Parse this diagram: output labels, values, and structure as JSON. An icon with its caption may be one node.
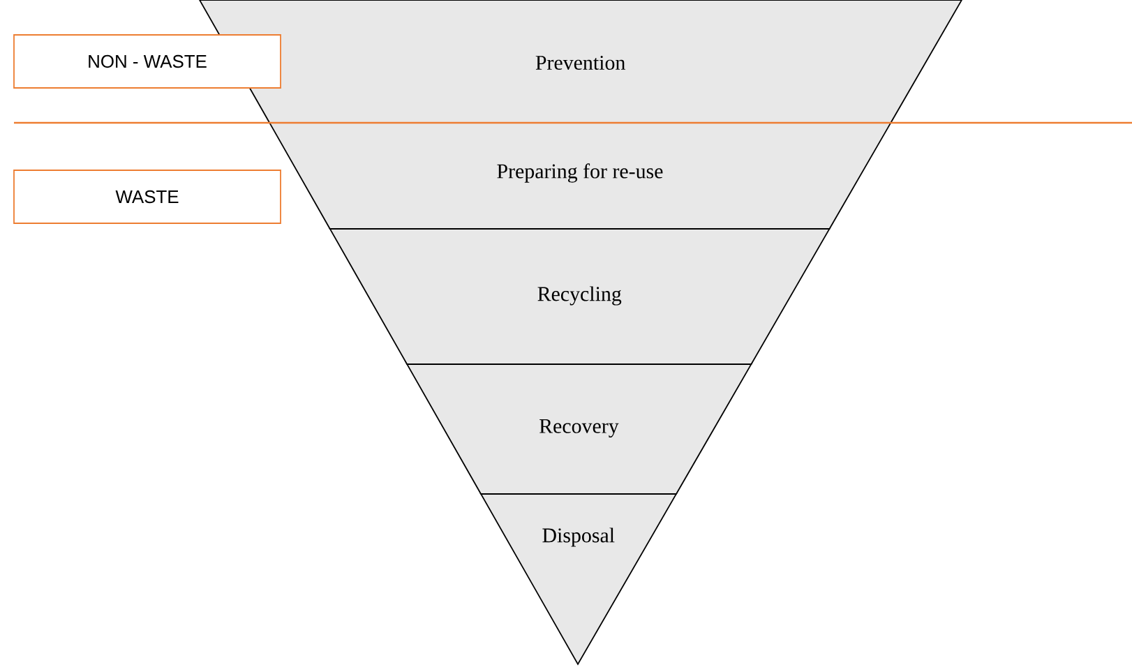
{
  "diagram": {
    "nodes": [
      {
        "text": [
          "NON - WASTE"
        ]
      },
      {
        "text": [
          "Prevention"
        ]
      },
      {
        "text": [
          "WASTE"
        ]
      },
      {
        "text": [
          "Preparing for re-use"
        ]
      },
      {
        "text": [
          "Recycling"
        ]
      },
      {
        "text": [
          "Recovery"
        ]
      },
      {
        "text": [
          "Disposal"
        ]
      }
    ]
  }
}
